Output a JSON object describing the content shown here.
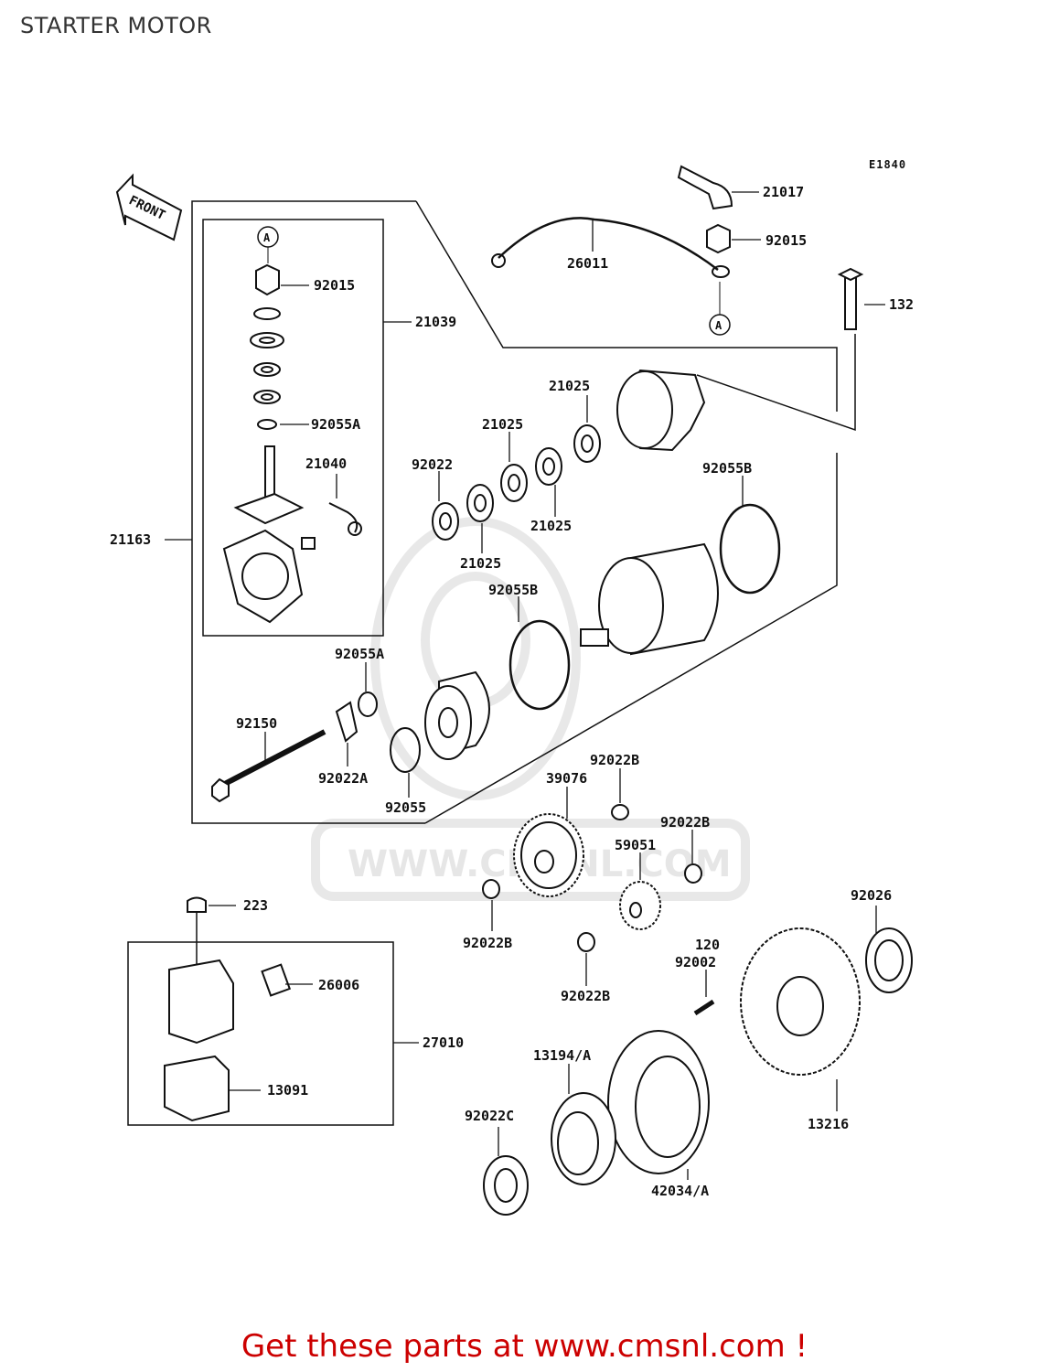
{
  "page_title": "STARTER MOTOR",
  "drawing_code": "E1840",
  "front_arrow_label": "FRONT",
  "watermark": "WWW.CMSNL.COM",
  "footer": "Get these parts at www.cmsnl.com !",
  "callouts": {
    "c21017": "21017",
    "c92015_top": "92015",
    "c26011": "26011",
    "c132": "132",
    "c92015_left": "92015",
    "c21039": "21039",
    "c92055A_top": "92055A",
    "c21040": "21040",
    "c21163": "21163",
    "c21025_a": "21025",
    "c21025_b": "21025",
    "c92022": "92022",
    "c21025_c": "21025",
    "c21025_d": "21025",
    "c92055B_right": "92055B",
    "c92055B_mid": "92055B",
    "c92055A_mid": "92055A",
    "c92150": "92150",
    "c92022A": "92022A",
    "c92055": "92055",
    "c92022B_a": "92022B",
    "c39076": "39076",
    "c92022B_b": "92022B",
    "c59051": "59051",
    "c92022B_c": "92022B",
    "c92022B_d": "92022B",
    "c223": "223",
    "c26006": "26006",
    "c27010": "27010",
    "c13091": "13091",
    "c120": "120",
    "c92002": "92002",
    "c92026": "92026",
    "c13194A": "13194/A",
    "c92022C": "92022C",
    "c42034A": "42034/A",
    "c13216": "13216"
  },
  "connector_marks": {
    "a_top_left": "A",
    "a_top_right": "A"
  },
  "colors": {
    "footer": "#cc0000",
    "line": "#111111",
    "watermark": "#e6e6e6"
  }
}
